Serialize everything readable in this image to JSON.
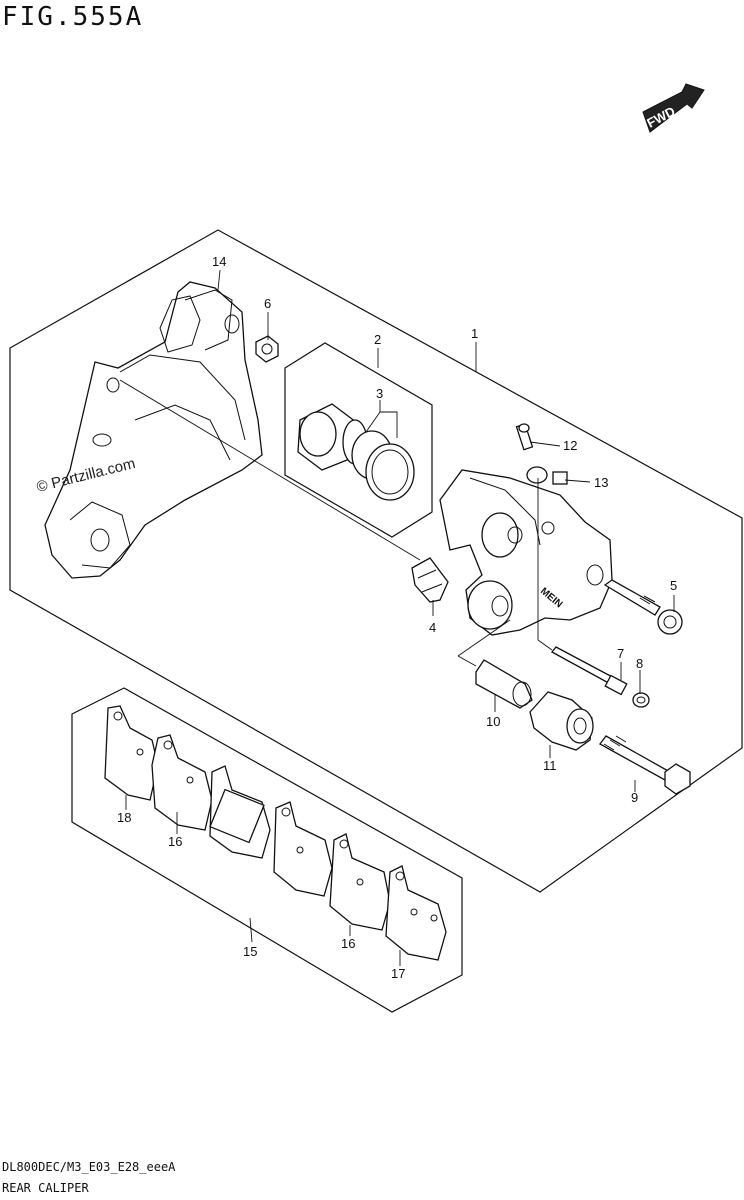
{
  "figure": {
    "title": "FIG.555A",
    "footer_code": "DL800DEC/M3_E03_E28_eeeA",
    "footer_name": "REAR CALIPER",
    "watermark": "© Partzilla.com",
    "fwd_label": "FWD"
  },
  "callouts": {
    "c1": "1",
    "c2": "2",
    "c3": "3",
    "c4": "4",
    "c5": "5",
    "c6": "6",
    "c7": "7",
    "c8": "8",
    "c9": "9",
    "c10": "10",
    "c11": "11",
    "c12": "12",
    "c13": "13",
    "c14": "14",
    "c15": "15",
    "c16a": "16",
    "c16b": "16",
    "c17": "17",
    "c18": "18"
  },
  "caliper_stamp": "MEIN"
}
